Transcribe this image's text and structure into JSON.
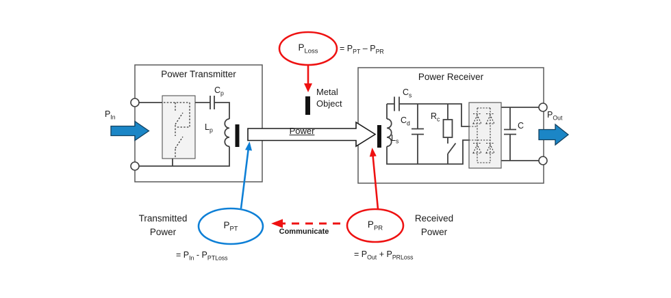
{
  "transmitter": {
    "title": "Power Transmitter",
    "p_in": {
      "base": "P",
      "sub": "In"
    },
    "cap": {
      "base": "C",
      "sub": "p"
    },
    "coil": {
      "base": "L",
      "sub": "p"
    }
  },
  "receiver": {
    "title": "Power Receiver",
    "p_out": {
      "base": "P",
      "sub": "Out"
    },
    "cap_s": {
      "base": "C",
      "sub": "s"
    },
    "cap_d": {
      "base": "C",
      "sub": "d"
    },
    "res_c": {
      "base": "R",
      "sub": "c"
    },
    "coil": {
      "base": "L",
      "sub": "s"
    },
    "cap_out": {
      "base": "C",
      "sub": ""
    }
  },
  "power_flow": {
    "label": "Power"
  },
  "metal_object": {
    "line1": "Metal",
    "line2": "Object"
  },
  "p_loss": {
    "bubble": {
      "base": "P",
      "sub": "Loss"
    },
    "equation": {
      "p1": "= P",
      "s1": "PT",
      "p2": " – P",
      "s2": "PR"
    }
  },
  "p_pt": {
    "bubble": {
      "base": "P",
      "sub": "PT"
    },
    "caption": {
      "line1": "Transmitted",
      "line2": "Power"
    },
    "equation": {
      "p1": "= P",
      "s1": "In",
      "p2": " - P",
      "s2": "PTLoss"
    }
  },
  "p_pr": {
    "bubble": {
      "base": "P",
      "sub": "PR"
    },
    "caption": {
      "line1": "Received",
      "line2": "Power"
    },
    "equation": {
      "p1": "= P",
      "s1": "Out",
      "p2": " + P",
      "s2": "PRLoss"
    }
  },
  "communicate": {
    "label": "Communicate"
  },
  "colors": {
    "red": "#ee1111",
    "blue": "#0d7fd6",
    "arrow_fill_blue": "#1b86c6",
    "circuit_line": "#404040",
    "box_border": "#595959"
  }
}
